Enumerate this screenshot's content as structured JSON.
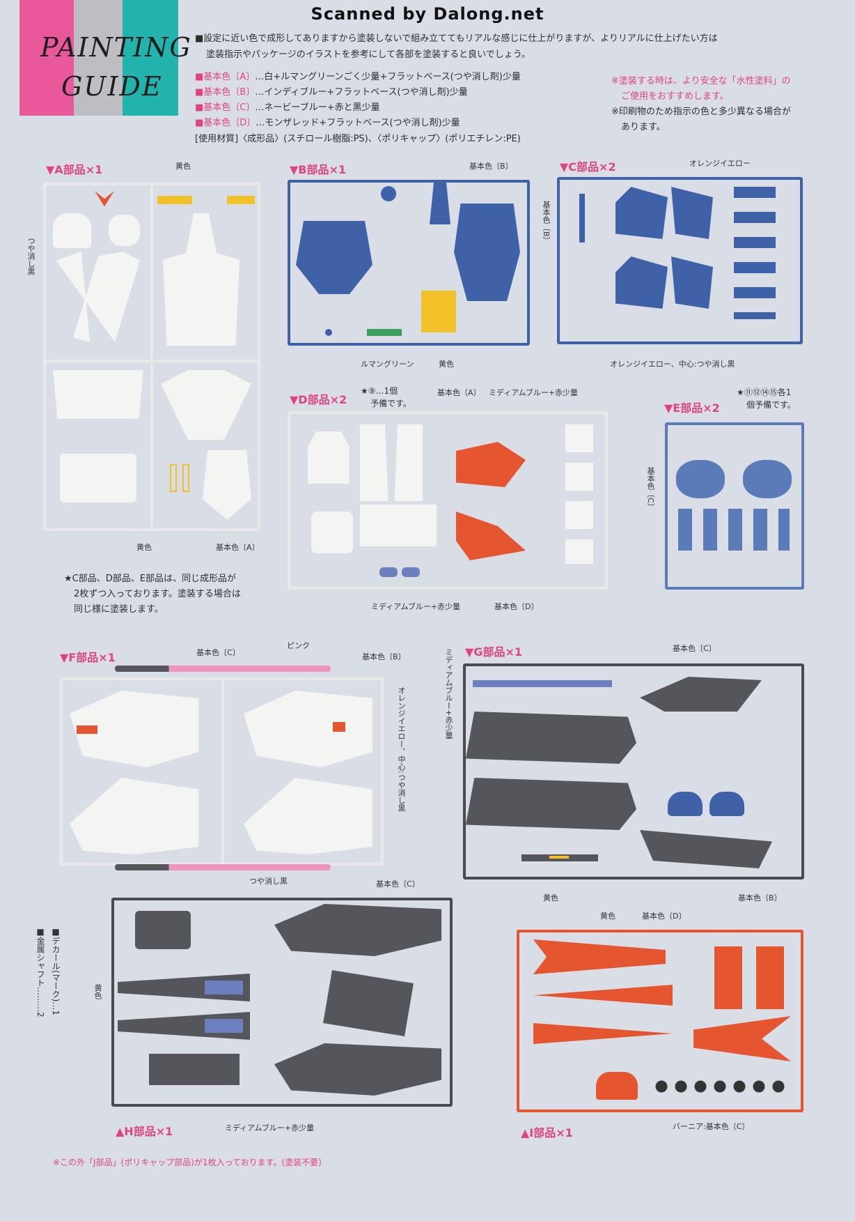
{
  "header": "Scanned by Dalong.net",
  "title_line1": "PAINTING",
  "title_line2": "GUIDE",
  "intro_line1": "■設定に近い色で成形してありますから塗装しないで組み立ててもリアルな感じに仕上がりますが、よりリアルに仕上げたい方は",
  "intro_line2": "塗装指示やパッケージのイラストを参考にして各部を塗装すると良いでしょう。",
  "colors": [
    {
      "name": "■基本色〔A〕",
      "recipe": "…白+ルマングリーンごく少量+フラットベース(つや消し剤)少量"
    },
    {
      "name": "■基本色〔B〕",
      "recipe": "…インディブルー+フラットベース(つや消し剤)少量"
    },
    {
      "name": "■基本色〔C〕",
      "recipe": "…ネービーブルー+赤と黒少量"
    },
    {
      "name": "■基本色〔D〕",
      "recipe": "…モンザレッド+フラットベース(つや消し剤)少量"
    }
  ],
  "material": "[使用材質]〈成形品〉(スチロール樹脂:PS)、〈ポリキャップ〉(ポリエチレン:PE)",
  "note_safe_1": "※塗装する時は、より安全な「水性塗料」の",
  "note_safe_2": "ご使用をおすすめします。",
  "note_print_1": "※印刷物のため指示の色と多少異なる場合が",
  "note_print_2": "あります。",
  "sections": {
    "A": "▼A部品×1",
    "B": "▼B部品×1",
    "C": "▼C部品×2",
    "D": "▼D部品×2",
    "E": "▼E部品×2",
    "F": "▼F部品×1",
    "G": "▼G部品×1",
    "H": "▲H部品×1",
    "I": "▲I部品×1"
  },
  "labels": {
    "yellow": "黄色",
    "matte_black": "つや消し黒",
    "base_a": "基本色〔A〕",
    "base_b": "基本色〔B〕",
    "base_c": "基本色〔C〕",
    "base_d": "基本色〔D〕",
    "base_b_vertical": "基本色〔B〕",
    "base_c_vertical": "基本色〔C〕",
    "orange_yellow": "オレンジイエロー",
    "orange_center_matte": "オレンジイエロー、中心:つや消し黒",
    "le_mans_green": "ルマングリーン",
    "medium_blue_red": "ミディアムブルー+赤少量",
    "medium_blue_red_vertical": "ミディアムブルー+赤少量",
    "orange_vertical": "オレンジイエロー、中心:つや消し黒",
    "pink": "ピンク",
    "vernier": "バーニア:基本色〔C〕"
  },
  "notes": {
    "d_spare_1": "★⑨…1個",
    "d_spare_2": "予備です。",
    "e_spare_1": "★⑪⑫⑭⑮各1",
    "e_spare_2": "個予備です。",
    "cde_1": "★C部品、D部品、E部品は、同じ成形品が",
    "cde_2": "2枚ずつ入っております。塗装する場合は",
    "cde_3": "同じ様に塗装します。",
    "decal": "■デカール(マーク)…1",
    "shaft": "■金属シャフト………2",
    "footer": "※この外「J部品」(ポリキャップ部品)が1枚入っております。(塗装不要)"
  },
  "palette": {
    "white_parts": "#f2f2f0",
    "blue_parts": "#3e61a8",
    "navy_parts": "#5b7ab8",
    "grey_parts": "#55565c",
    "red_parts": "#e5552f",
    "yellow": "#f2c128",
    "pink_accent": "#e0447f"
  }
}
